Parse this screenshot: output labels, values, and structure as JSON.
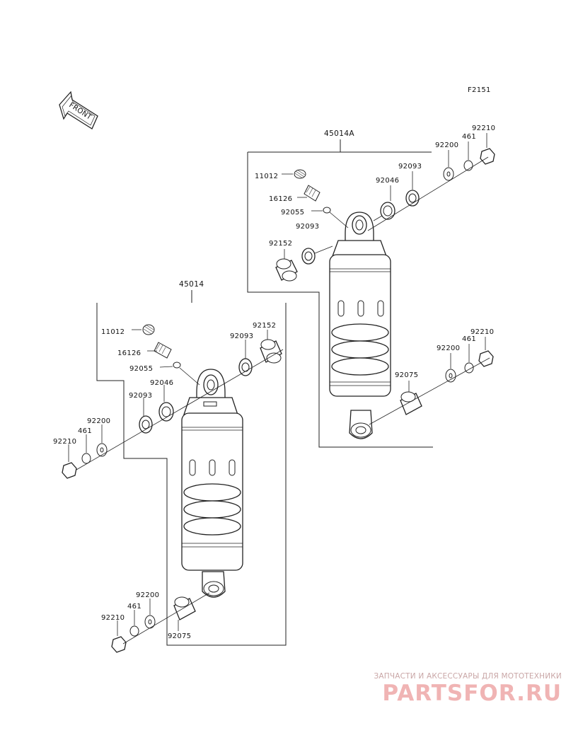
{
  "figure_code": "F2151",
  "front_label": "FRONT",
  "assembly_left": "45014",
  "assembly_right": "45014A",
  "parts_left": {
    "p11012": "11012",
    "p16126": "16126",
    "p92055": "92055",
    "p92046": "92046",
    "p92093a": "92093",
    "p92200": "92200",
    "p461": "461",
    "p92210": "92210",
    "p92093b": "92093",
    "p92152": "92152",
    "p92200b": "92200",
    "p461b": "461",
    "p92210b": "92210",
    "p92075": "92075"
  },
  "parts_right": {
    "p11012": "11012",
    "p16126": "16126",
    "p92055": "92055",
    "p92093": "92093",
    "p92152": "92152",
    "p92046": "92046",
    "p92093b": "92093",
    "p92200": "92200",
    "p461": "461",
    "p92210": "92210",
    "p92075": "92075",
    "p92200b": "92200",
    "p461b": "461",
    "p92210b": "92210"
  },
  "watermark": {
    "subtitle": "ЗАПЧАСТИ И АКСЕССУАРЫ ДЛЯ МОТОТЕХНИКИ",
    "logo": "PARTSFOR.RU"
  }
}
